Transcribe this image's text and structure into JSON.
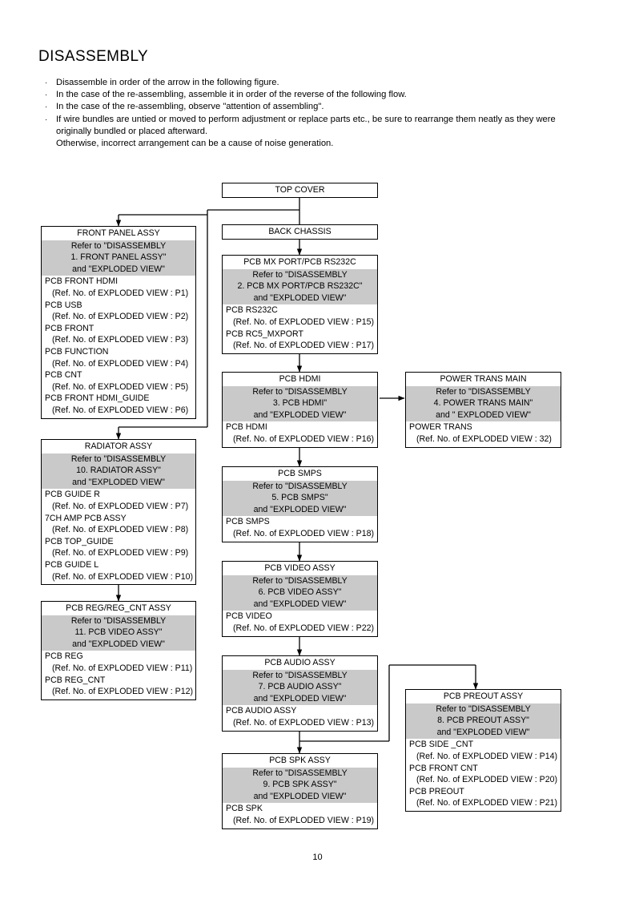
{
  "document": {
    "title": "DISASSEMBLY",
    "page_number": "10",
    "bullets": [
      {
        "marker": "·",
        "text": "Disassemble in order of the arrow in the following figure."
      },
      {
        "marker": "·",
        "text": "In the case of the re-assembling, assemble it in order of the reverse of the following flow."
      },
      {
        "marker": "·",
        "text": "In the case of the re-assembling, observe \"attention of assembling\"."
      },
      {
        "marker": "·",
        "text": "If wire bundles are untied or moved to perform adjustment or replace parts etc., be sure to rearrange them neatly as they were originally bundled or placed afterward."
      }
    ],
    "bullet_continuation": "Otherwise, incorrect arrangement can be a cause of noise generation."
  },
  "colors": {
    "refer_band": "#c9c9c9",
    "border": "#000000",
    "background": "#ffffff"
  },
  "diagram": {
    "nodes": [
      {
        "id": "top-cover",
        "title": "TOP COVER",
        "refer": [],
        "parts": []
      },
      {
        "id": "back-chassis",
        "title": "BACK CHASSIS",
        "refer": [],
        "parts": []
      },
      {
        "id": "front-panel-assy",
        "title": "FRONT PANEL ASSY",
        "refer": [
          "Refer to \"DISASSEMBLY",
          "1. FRONT PANEL ASSY\"",
          "and \"EXPLODED VIEW\""
        ],
        "parts": [
          {
            "name": "PCB FRONT HDMI",
            "ref": "(Ref. No. of EXPLODED VIEW : P1)"
          },
          {
            "name": "PCB USB",
            "ref": "(Ref. No. of EXPLODED VIEW : P2)"
          },
          {
            "name": "PCB FRONT",
            "ref": "(Ref. No. of EXPLODED VIEW : P3)"
          },
          {
            "name": "PCB FUNCTION",
            "ref": "(Ref. No. of EXPLODED VIEW : P4)"
          },
          {
            "name": "PCB CNT",
            "ref": "(Ref. No. of EXPLODED VIEW : P5)"
          },
          {
            "name": "PCB FRONT HDMI_GUIDE",
            "ref": "(Ref. No. of EXPLODED VIEW : P6)"
          }
        ]
      },
      {
        "id": "pcb-mx-port-rs232c",
        "title": "PCB MX PORT/PCB RS232C",
        "refer": [
          "Refer to \"DISASSEMBLY",
          "2. PCB MX PORT/PCB RS232C\"",
          "and \"EXPLODED VIEW\""
        ],
        "parts": [
          {
            "name": "PCB RS232C",
            "ref": "(Ref. No. of EXPLODED VIEW : P15)"
          },
          {
            "name": "PCB RC5_MXPORT",
            "ref": "(Ref. No. of EXPLODED VIEW : P17)"
          }
        ]
      },
      {
        "id": "pcb-hdmi",
        "title": "PCB HDMI",
        "refer": [
          "Refer to \"DISASSEMBLY",
          "3. PCB HDMI\"",
          "and \"EXPLODED VIEW\""
        ],
        "parts": [
          {
            "name": "PCB HDMI",
            "ref": "(Ref. No. of EXPLODED VIEW : P16)"
          }
        ]
      },
      {
        "id": "power-trans-main",
        "title": "POWER TRANS MAIN",
        "refer": [
          "Refer to \"DISASSEMBLY",
          "4. POWER TRANS MAIN\"",
          "and \" EXPLODED VIEW\""
        ],
        "parts": [
          {
            "name": "POWER TRANS",
            "ref": "(Ref. No. of EXPLODED VIEW : 32)"
          }
        ]
      },
      {
        "id": "radiator-assy",
        "title": "RADIATOR ASSY",
        "refer": [
          "Refer to \"DISASSEMBLY",
          "10. RADIATOR ASSY\"",
          "and \"EXPLODED VIEW\""
        ],
        "parts": [
          {
            "name": "PCB GUIDE R",
            "ref": "(Ref. No. of EXPLODED VIEW : P7)"
          },
          {
            "name": "7CH AMP PCB ASSY",
            "ref": "(Ref. No. of EXPLODED VIEW : P8)"
          },
          {
            "name": "PCB TOP_GUIDE",
            "ref": "(Ref. No. of EXPLODED VIEW : P9)"
          },
          {
            "name": "PCB GUIDE L",
            "ref": "(Ref. No. of EXPLODED VIEW : P10)"
          }
        ]
      },
      {
        "id": "pcb-smps",
        "title": "PCB SMPS",
        "refer": [
          "Refer to \"DISASSEMBLY",
          "5. PCB SMPS\"",
          "and \"EXPLODED VIEW\""
        ],
        "parts": [
          {
            "name": "PCB SMPS",
            "ref": "(Ref. No. of EXPLODED VIEW : P18)"
          }
        ]
      },
      {
        "id": "pcb-video-assy",
        "title": "PCB VIDEO ASSY",
        "refer": [
          "Refer to \"DISASSEMBLY",
          "6. PCB VIDEO ASSY\"",
          "and \"EXPLODED VIEW\""
        ],
        "parts": [
          {
            "name": "PCB VIDEO",
            "ref": "(Ref. No. of EXPLODED VIEW : P22)"
          }
        ]
      },
      {
        "id": "pcb-reg-cnt-assy",
        "title": "PCB REG/REG_CNT ASSY",
        "refer": [
          "Refer to \"DISASSEMBLY",
          "11. PCB VIDEO ASSY\"",
          "and \"EXPLODED VIEW\""
        ],
        "parts": [
          {
            "name": "PCB REG",
            "ref": "(Ref. No. of EXPLODED VIEW : P11)"
          },
          {
            "name": "PCB REG_CNT",
            "ref": "(Ref. No. of EXPLODED VIEW : P12)"
          }
        ]
      },
      {
        "id": "pcb-audio-assy",
        "title": "PCB AUDIO ASSY",
        "refer": [
          "Refer to \"DISASSEMBLY",
          "7. PCB AUDIO ASSY\"",
          "and \"EXPLODED VIEW\""
        ],
        "parts": [
          {
            "name": "PCB AUDIO ASSY",
            "ref": "(Ref. No. of EXPLODED VIEW : P13)"
          }
        ]
      },
      {
        "id": "pcb-preout-assy",
        "title": "PCB PREOUT ASSY",
        "refer": [
          "Refer to \"DISASSEMBLY",
          "8. PCB PREOUT ASSY\"",
          "and \"EXPLODED VIEW\""
        ],
        "parts": [
          {
            "name": "PCB SIDE _CNT",
            "ref": "(Ref. No. of EXPLODED VIEW : P14)"
          },
          {
            "name": "PCB FRONT CNT",
            "ref": "(Ref. No. of EXPLODED VIEW : P20)"
          },
          {
            "name": "PCB PREOUT",
            "ref": "(Ref. No. of EXPLODED VIEW : P21)"
          }
        ]
      },
      {
        "id": "pcb-spk-assy",
        "title": "PCB SPK ASSY",
        "refer": [
          "Refer to \"DISASSEMBLY",
          "9. PCB SPK ASSY\"",
          "and \"EXPLODED VIEW\""
        ],
        "parts": [
          {
            "name": "PCB SPK",
            "ref": "(Ref. No. of EXPLODED VIEW : P19)"
          }
        ]
      }
    ]
  }
}
